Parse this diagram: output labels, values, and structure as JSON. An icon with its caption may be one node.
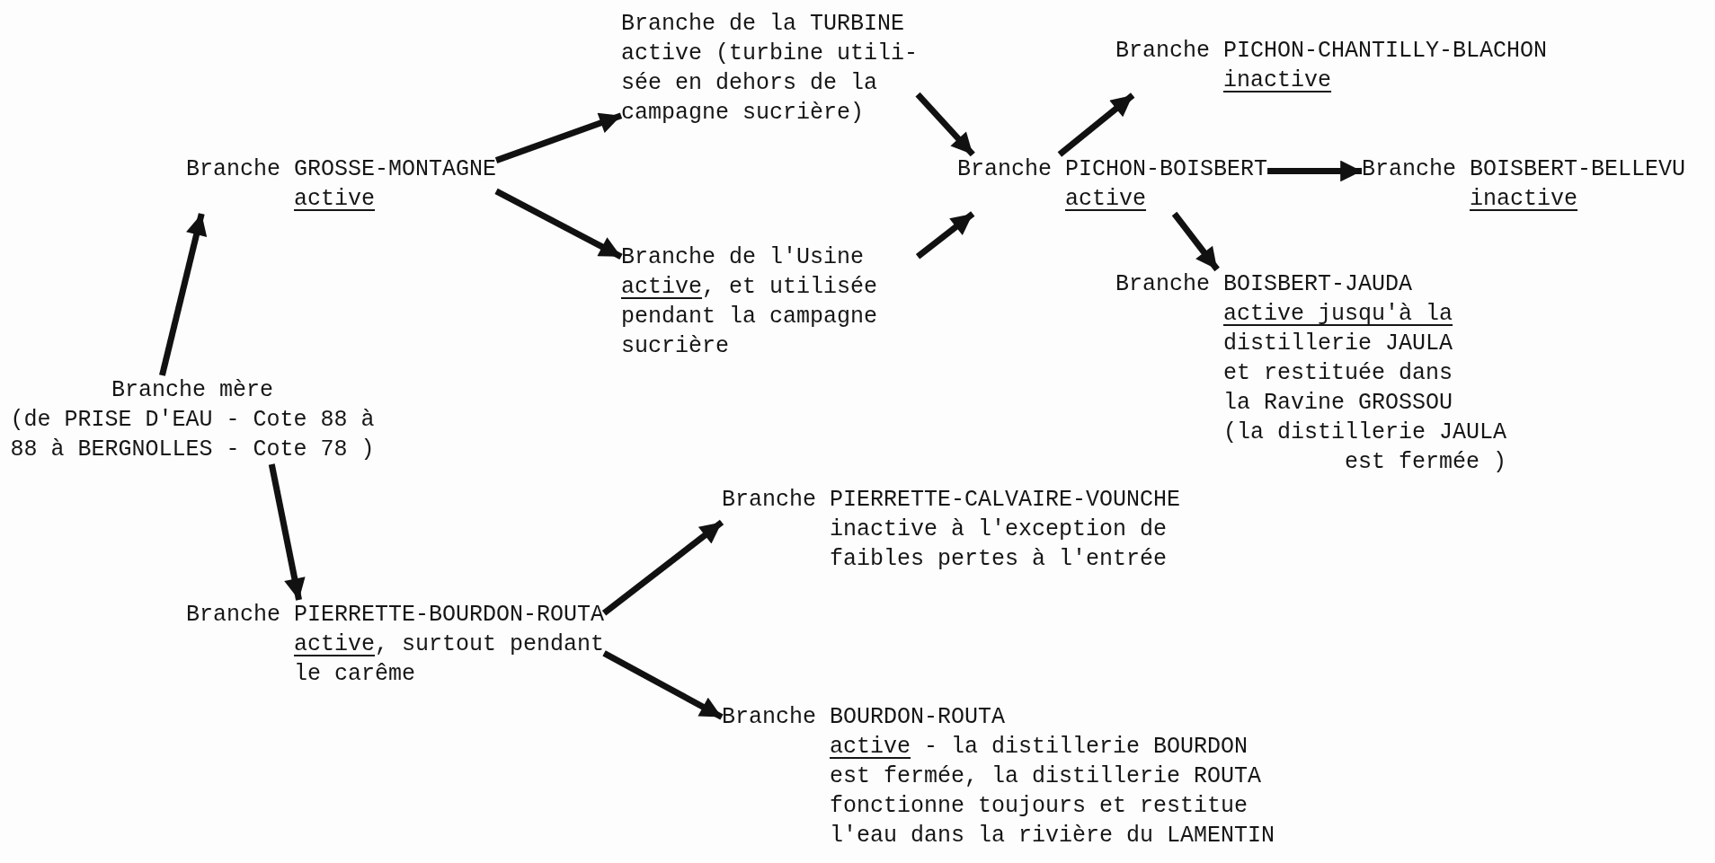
{
  "diagram": {
    "nodes": [
      {
        "text": [
          "Branche mère",
          "(de PRISE D'EAU - Cote 88 à 88 à BERGNOLLES - Cote 78 )"
        ]
      },
      {
        "text": [
          "Branche GROSSE-MONTAGNE",
          "active"
        ]
      },
      {
        "text": [
          "Branche de la TURBINE",
          "active (turbine utili- sée en dehors de la campagne sucrière)"
        ]
      },
      {
        "text": [
          "Branche de l'Usine",
          "active",
          ", et utilisée pendant la campagne sucrière"
        ]
      },
      {
        "text": [
          "Branche PICHON-BOISBERT",
          "active"
        ]
      },
      {
        "text": [
          "Branche PICHON-CHANTILLY-BLACHON",
          "inactive"
        ]
      },
      {
        "text": [
          "Branche BOISBERT-BELLEVU",
          "inactive"
        ]
      },
      {
        "text": [
          "Branche BOISBERT-JAUDA",
          "active jusqu'à la",
          "distillerie JAULA et restituée dans la Ravine GROSSOU",
          "(la distillerie JAULA est fermée )"
        ]
      },
      {
        "text": [
          "Branche PIERRETTE-BOURDON-ROUTA",
          "active",
          ", surtout pendant le carême"
        ]
      },
      {
        "text": [
          "Branche PIERRETTE-CALVAIRE-VOUNCHE",
          "inactive à l'exception de faibles pertes à l'entrée"
        ]
      },
      {
        "text": [
          "Branche BOURDON-ROUTA",
          "active",
          "- la distillerie BOURDON est fermée, la distillerie ROUTA fonctionne toujours et restitue l'eau dans la rivière du LAMENTIN"
        ]
      }
    ],
    "edges": [
      {
        "from": 0,
        "to": 1,
        "arrow": "to"
      },
      {
        "from": 1,
        "to": 2,
        "arrow": "to"
      },
      {
        "from": 1,
        "to": 3,
        "arrow": "to"
      },
      {
        "from": 2,
        "to": 4,
        "arrow": "to"
      },
      {
        "from": 3,
        "to": 4,
        "arrow": "to"
      },
      {
        "from": 4,
        "to": 5,
        "arrow": "to"
      },
      {
        "from": 4,
        "to": 6,
        "arrow": "to"
      },
      {
        "from": 4,
        "to": 7,
        "arrow": "to"
      },
      {
        "from": 0,
        "to": 8,
        "arrow": "to"
      },
      {
        "from": 8,
        "to": 9,
        "arrow": "to"
      },
      {
        "from": 8,
        "to": 10,
        "arrow": "to"
      }
    ]
  }
}
